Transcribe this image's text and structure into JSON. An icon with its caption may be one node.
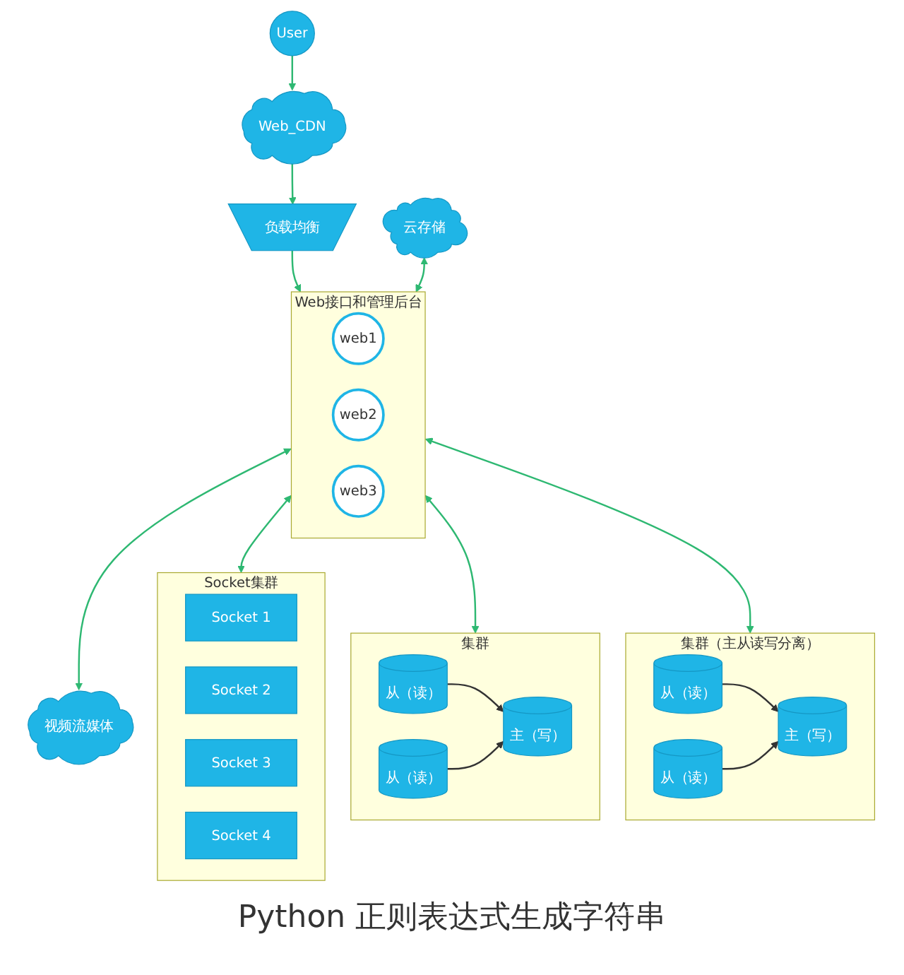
{
  "diagram": {
    "caption": "Python 正则表达式生成字符串",
    "nodes": [
      {
        "text": [
          "User"
        ]
      },
      {
        "text": [
          "Web_CDN"
        ]
      },
      {
        "text": [
          "负载均衡"
        ]
      },
      {
        "text": [
          "Web接口和管理后台"
        ]
      },
      {
        "text": [
          "web1"
        ],
        "in": 3
      },
      {
        "text": [
          "web2"
        ],
        "in": 3
      },
      {
        "text": [
          "web3"
        ],
        "in": 3
      },
      {
        "text": [
          "云存储"
        ]
      },
      {
        "text": [
          "视频流媒体"
        ]
      },
      {
        "text": [
          "Socket集群"
        ]
      },
      {
        "text": [
          "Socket 1"
        ],
        "in": 9
      },
      {
        "text": [
          "Socket 2"
        ],
        "in": 9
      },
      {
        "text": [
          "Socket 3"
        ],
        "in": 9
      },
      {
        "text": [
          "Socket 4"
        ],
        "in": 9
      },
      {
        "text": [
          "集群"
        ]
      },
      {
        "text": [
          "主（写）"
        ],
        "in": 14
      },
      {
        "text": [
          "从（读）"
        ],
        "in": 14
      },
      {
        "text": [
          "从（读）"
        ],
        "in": 14
      },
      {
        "text": [
          "集群（主从读写分离）"
        ]
      },
      {
        "text": [
          "主（写）"
        ],
        "in": 18
      },
      {
        "text": [
          "从（读）"
        ],
        "in": 18
      },
      {
        "text": [
          "从（读）"
        ],
        "in": 18
      }
    ],
    "edges": [
      {
        "from": 0,
        "to": 1,
        "arrow": "to"
      },
      {
        "from": 1,
        "to": 2,
        "arrow": "to"
      },
      {
        "from": 2,
        "to": 3,
        "arrow": "to"
      },
      {
        "from": 7,
        "to": 3,
        "arrow": "both"
      },
      {
        "from": 3,
        "to": 8,
        "arrow": "both"
      },
      {
        "from": 3,
        "to": 9,
        "arrow": "both"
      },
      {
        "from": 3,
        "to": 14,
        "arrow": "both"
      },
      {
        "from": 3,
        "to": 18,
        "arrow": "both"
      },
      {
        "from": 16,
        "to": 15,
        "arrow": "to",
        "color": "#333333"
      },
      {
        "from": 17,
        "to": 15,
        "arrow": "to",
        "color": "#333333"
      },
      {
        "from": 20,
        "to": 19,
        "arrow": "to",
        "color": "#333333"
      },
      {
        "from": 21,
        "to": 19,
        "arrow": "to",
        "color": "#333333"
      }
    ]
  }
}
